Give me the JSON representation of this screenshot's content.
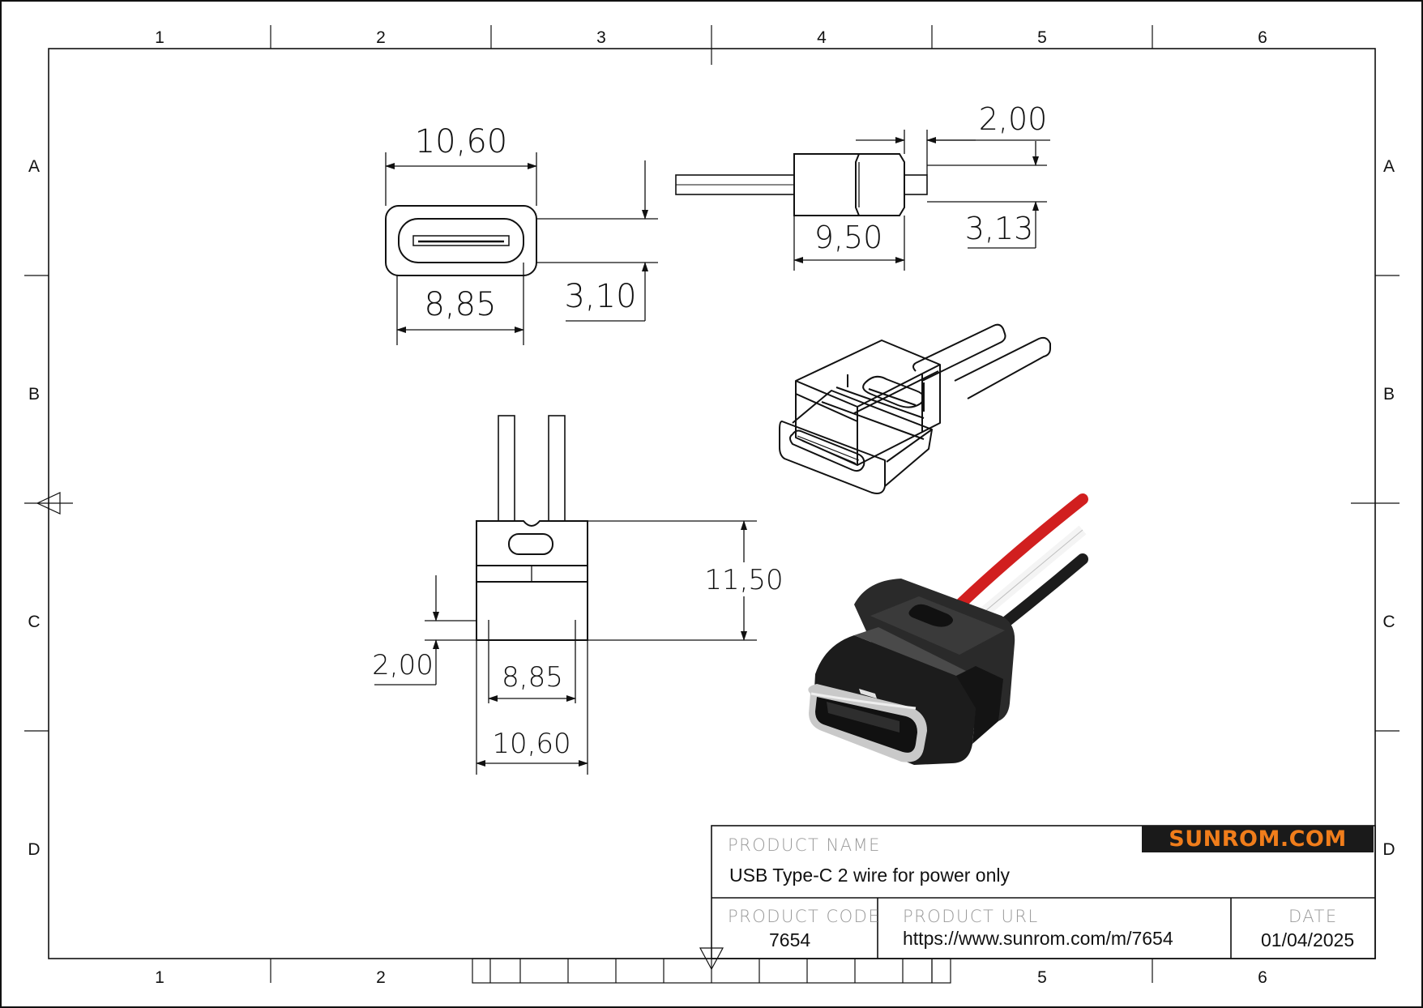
{
  "sheet": {
    "zones_top": [
      "1",
      "2",
      "3",
      "4",
      "5",
      "6"
    ],
    "zones_bottom": [
      "1",
      "2",
      "5",
      "6"
    ],
    "zones_side": [
      "A",
      "B",
      "C",
      "D"
    ]
  },
  "drawing": {
    "front_view": {
      "width_outer": "10,60",
      "width_inner": "8,85",
      "height": "3,10"
    },
    "side_view": {
      "gap": "2,00",
      "length": "9,50",
      "pin_height": "3,13"
    },
    "top_view": {
      "length": "11,50",
      "groove": "2,00",
      "width_inner": "8,85",
      "width_outer": "10,60"
    }
  },
  "title_block": {
    "brand": "SUNROM.COM",
    "product_name_label": "PRODUCT NAME",
    "product_name": "USB Type-C 2 wire for power only",
    "product_code_label": "PRODUCT CODE",
    "product_code": "7654",
    "product_url_label": "PRODUCT URL",
    "product_url": "https://www.sunrom.com/m/7654",
    "date_label": "DATE",
    "date": "01/04/2025"
  },
  "colors": {
    "brand_orange": "#f07d1b",
    "brand_bg": "#1a1a1a",
    "wire_red": "#d11f1f",
    "connector_black": "#1c1c1c"
  }
}
